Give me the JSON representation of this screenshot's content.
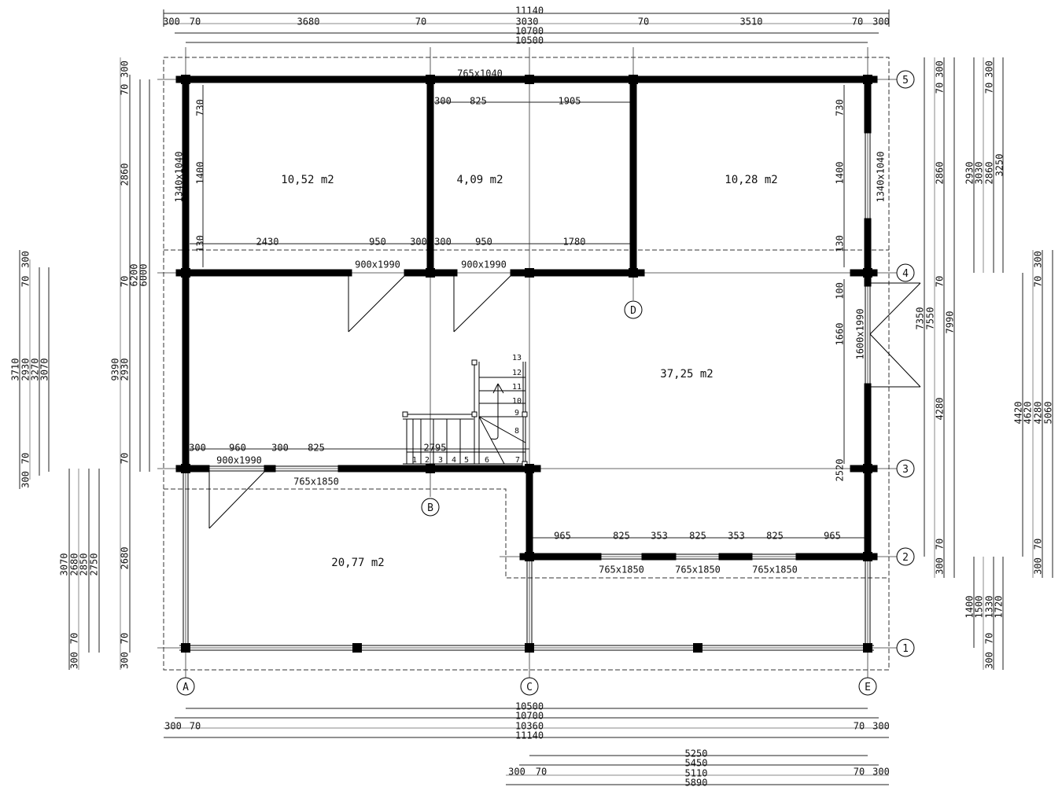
{
  "drawing": {
    "rooms": [
      "10,52 m2",
      "4,09 m2",
      "10,28 m2",
      "37,25 m2",
      "20,77 m2"
    ],
    "openings": [
      "765x1040",
      "1340x1040",
      "1340x1040",
      "900x1990",
      "900x1990",
      "1600x1990",
      "900x1990",
      "765x1850",
      "765x1850",
      "765x1850",
      "765x1850"
    ],
    "grid_columns": [
      "A",
      "B",
      "C",
      "D",
      "E"
    ],
    "grid_rows": [
      "1",
      "2",
      "3",
      "4",
      "5"
    ],
    "stair_steps": [
      "1",
      "2",
      "3",
      "4",
      "5",
      "6",
      "7",
      "8",
      "9",
      "10",
      "11",
      "12",
      "13"
    ],
    "dimensions": {
      "top": [
        "11140",
        "300",
        "70",
        "3680",
        "70",
        "3030",
        "70",
        "3510",
        "70",
        "300",
        "10700",
        "10500"
      ],
      "interior": [
        "300",
        "825",
        "1905",
        "2430",
        "950",
        "300",
        "300",
        "950",
        "1780",
        "730",
        "1400",
        "130",
        "730",
        "1400",
        "130",
        "300",
        "960",
        "300",
        "825",
        "2795",
        "965",
        "825",
        "353",
        "825",
        "353",
        "825",
        "965",
        "100",
        "1660",
        "2520"
      ],
      "left": [
        "300",
        "70",
        "2860",
        "70",
        "2930",
        "70",
        "2680",
        "70",
        "300",
        "9390",
        "6200",
        "6000"
      ],
      "far_left_upper": [
        "300",
        "70",
        "3710",
        "2930",
        "3270",
        "3070",
        "70",
        "300"
      ],
      "far_left_lower": [
        "3070",
        "2680",
        "2850",
        "2750",
        "70",
        "300"
      ],
      "right": [
        "300",
        "70",
        "2860",
        "70",
        "4280",
        "70",
        "300",
        "7350",
        "7550",
        "7990"
      ],
      "far_right_upper": [
        "2930",
        "3030",
        "2860",
        "3250",
        "70",
        "300"
      ],
      "far_right_middle": [
        "300",
        "70",
        "4420",
        "4620",
        "4280",
        "5060",
        "70",
        "300"
      ],
      "far_right_lower": [
        "1400",
        "1500",
        "1330",
        "1720",
        "70",
        "300"
      ],
      "bottom": [
        "10500",
        "10700",
        "10360",
        "11140",
        "300",
        "70",
        "70",
        "300"
      ],
      "bottom_terrace": [
        "5250",
        "5450",
        "5110",
        "5890",
        "300",
        "70",
        "70",
        "300"
      ]
    }
  }
}
